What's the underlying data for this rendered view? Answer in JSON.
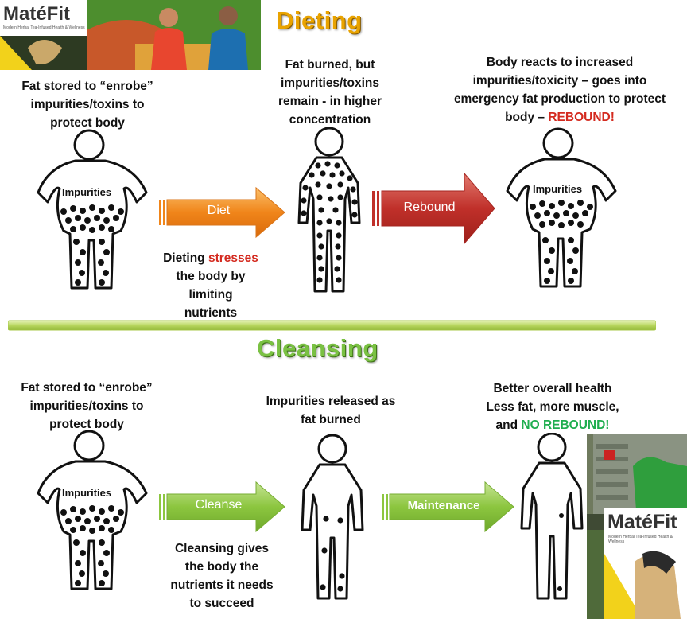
{
  "brand": {
    "logo": "MatéFit",
    "tagline": "Modern Herbal Tea-Infused Health & Wellness"
  },
  "sections": {
    "dieting": {
      "title": "Dieting",
      "stages": [
        {
          "caption_l1": "Fat stored to “enrobe”",
          "caption_l2": "impurities/toxins to",
          "caption_l3": "protect body",
          "figure_label": "Impurities"
        },
        {
          "caption_l1": "Fat burned, but",
          "caption_l2": "impurities/toxins",
          "caption_l3": "remain  - in higher",
          "caption_l4": "concentration"
        },
        {
          "caption_l1": "Body reacts to increased",
          "caption_l2": "impurities/toxicity – goes into",
          "caption_l3": "emergency fat production to protect",
          "caption_l4_pre": "body – ",
          "caption_l4_hl": "REBOUND!",
          "figure_label": "Impurities"
        }
      ],
      "arrows": [
        {
          "label": "Diet"
        },
        {
          "label": "Rebound"
        }
      ],
      "note": {
        "l1_pre": "Dieting ",
        "l1_hl": "stresses",
        "l2": "the body by",
        "l3": "limiting",
        "l4": "nutrients"
      }
    },
    "cleansing": {
      "title": "Cleansing",
      "stages": [
        {
          "caption_l1": "Fat stored to “enrobe”",
          "caption_l2": "impurities/toxins to",
          "caption_l3": "protect body",
          "figure_label": "Impurities"
        },
        {
          "caption_l1": "Impurities released as",
          "caption_l2": "fat burned"
        },
        {
          "caption_l1": "Better overall health",
          "caption_l2": "Less fat, more muscle,",
          "caption_l3_pre": "and ",
          "caption_l3_hl": "NO REBOUND!"
        }
      ],
      "arrows": [
        {
          "label": "Cleanse"
        },
        {
          "label": "Maintenance"
        }
      ],
      "note": {
        "l1": "Cleansing gives",
        "l2": "the body the",
        "l3": "nutrients it needs",
        "l4": "to succeed"
      }
    }
  },
  "colors": {
    "dieting_title": "#e9a300",
    "cleansing_title": "#7ac143",
    "diet_arrow": "#f0851a",
    "rebound_arrow": "#c0302a",
    "cleanse_arrow": "#8cc63f",
    "divider": "#c6e07a",
    "highlight_red": "#d42a1f",
    "highlight_green": "#1fae4f"
  }
}
